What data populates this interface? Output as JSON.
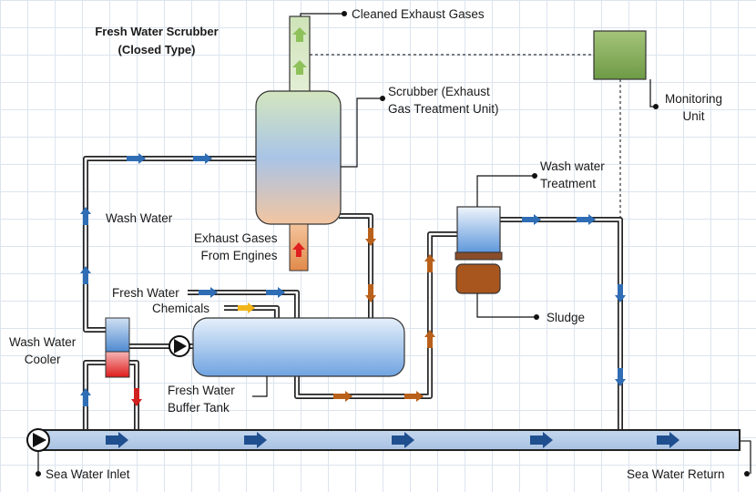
{
  "title": {
    "line1": "Fresh Water Scrubber",
    "line2": "(Closed Type)"
  },
  "labels": {
    "cleaned_exhaust": "Cleaned  Exhaust Gases",
    "scrubber_line1": "Scrubber (Exhaust",
    "scrubber_line2": "Gas Treatment Unit)",
    "monitoring_line1": "Monitoring",
    "monitoring_line2": "Unit",
    "wash_water_treatment_line1": "Wash water",
    "wash_water_treatment_line2": "Treatment",
    "wash_water": "Wash Water",
    "exhaust_from_engines_line1": "Exhaust Gases",
    "exhaust_from_engines_line2": "From Engines",
    "fresh_water": "Fresh Water",
    "chemicals": "Chemicals",
    "sludge": "Sludge",
    "cooler_line1": "Wash Water",
    "cooler_line2": "Cooler",
    "buffer_tank_line1": "Fresh Water",
    "buffer_tank_line2": "Buffer Tank",
    "sea_water_inlet": "Sea Water Inlet",
    "sea_water_return": "Sea Water Return"
  },
  "colors": {
    "flow_blue": "#2f6db5",
    "flow_orange": "#b9601a",
    "flow_green": "#8ec15a",
    "flow_red": "#e02020",
    "chemicals_yellow": "#f2b51a",
    "monitoring_green": "#8bb25a",
    "sludge_brown": "#a8561e"
  }
}
